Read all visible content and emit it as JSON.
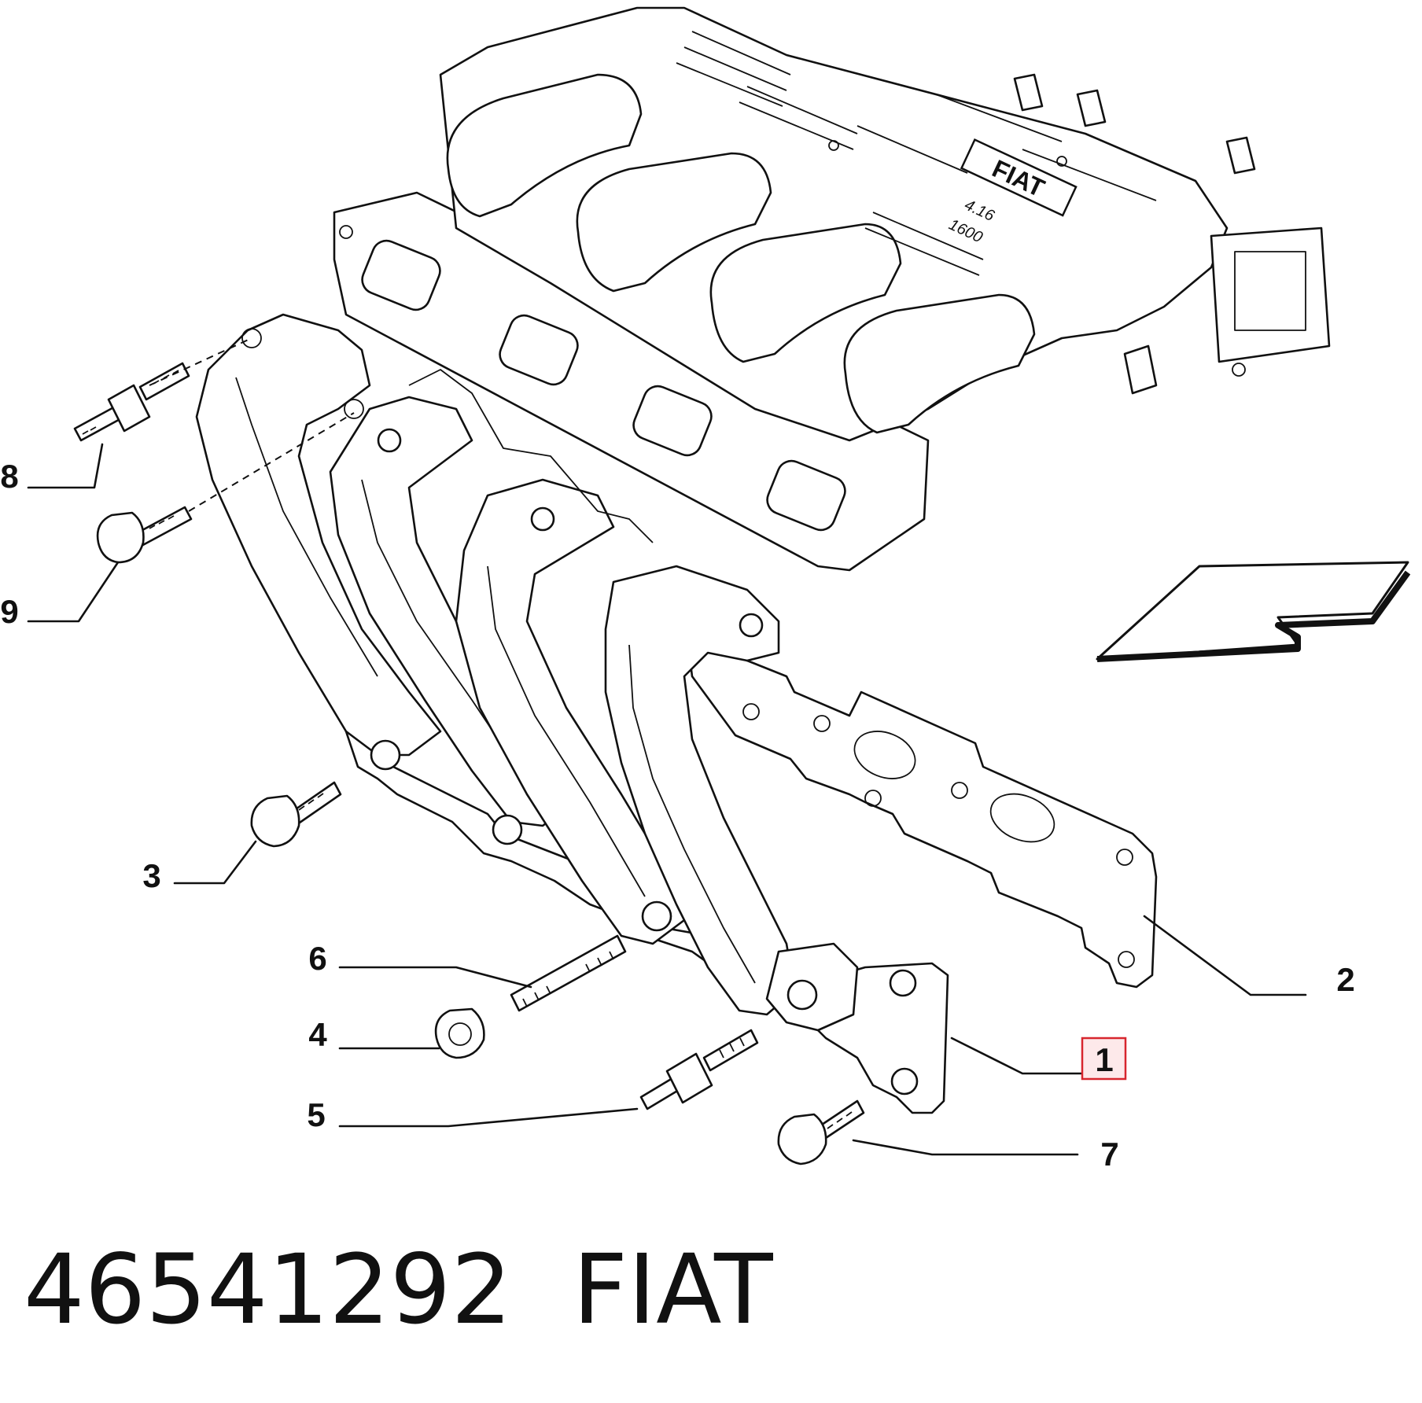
{
  "caption": {
    "part_number": "46541292",
    "brand": "FIAT"
  },
  "manifold_marking": {
    "brand": "FIAT",
    "code": "4.16",
    "displacement": "1600"
  },
  "callouts": {
    "c1": "1",
    "c2": "2",
    "c3": "3",
    "c4": "4",
    "c5": "5",
    "c6": "6",
    "c7": "7",
    "c8": "8",
    "c9": "9"
  },
  "highlight": {
    "selected_callout": "1",
    "box_stroke": "#d7262e",
    "box_fill": "#fde9ea"
  }
}
